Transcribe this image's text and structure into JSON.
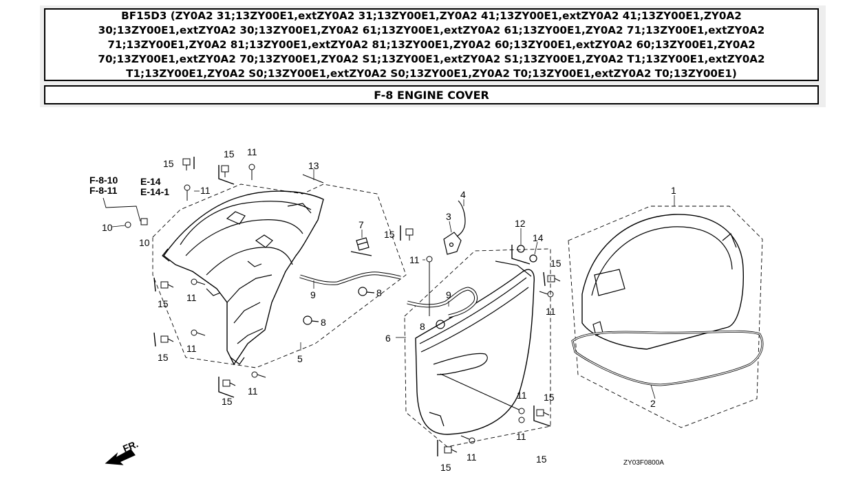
{
  "header": {
    "title": "BF15D3 (ZY0A2 31;13ZY00E1,extZY0A2 31;13ZY00E1,ZY0A2 41;13ZY00E1,extZY0A2 41;13ZY00E1,ZY0A2 30;13ZY00E1,extZY0A2 30;13ZY00E1,ZY0A2 61;13ZY00E1,extZY0A2 61;13ZY00E1,ZY0A2 71;13ZY00E1,extZY0A2 71;13ZY00E1,ZY0A2 81;13ZY00E1,extZY0A2 81;13ZY00E1,ZY0A2 60;13ZY00E1,extZY0A2 60;13ZY00E1,ZY0A2 70;13ZY00E1,extZY0A2 70;13ZY00E1,ZY0A2 S1;13ZY00E1,extZY0A2 S1;13ZY00E1,ZY0A2 T1;13ZY00E1,extZY0A2 T1;13ZY00E1,ZY0A2 S0;13ZY00E1,extZY0A2 S0;13ZY00E1,ZY0A2 T0;13ZY00E1,extZY0A2 T0;13ZY00E1)",
    "section": "F-8 ENGINE COVER"
  },
  "diagram": {
    "refs": [
      "F-8-10",
      "F-8-11",
      "E-14",
      "E-14-1"
    ],
    "callouts": {
      "p1": "1",
      "p2": "2",
      "p3": "3",
      "p4": "4",
      "p5": "5",
      "p6": "6",
      "p7": "7",
      "p8": "8",
      "p9": "9",
      "p10": "10",
      "p11": "11",
      "p12": "12",
      "p13": "13",
      "p14": "14",
      "p15": "15"
    },
    "front_marker": "FR.",
    "drawing_code": "ZY03F0800A"
  }
}
